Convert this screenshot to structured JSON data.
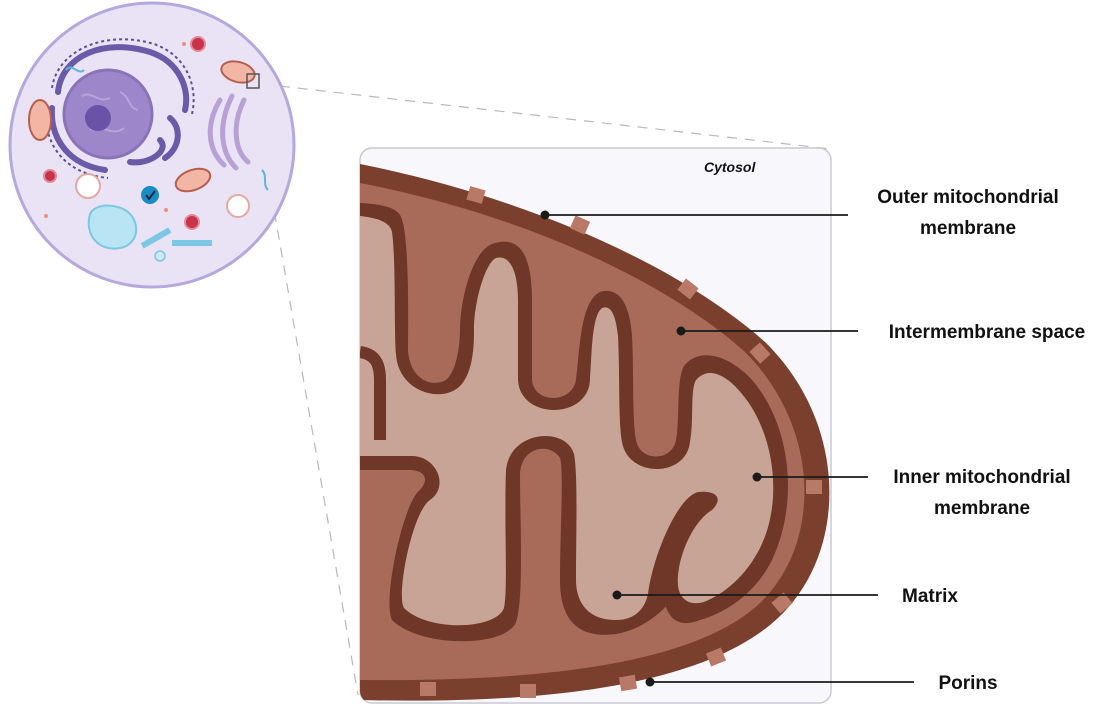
{
  "diagram": {
    "inset_label": "Cytosol",
    "labels": [
      {
        "id": "outer",
        "lines": [
          "Outer mitochondrial",
          "membrane"
        ]
      },
      {
        "id": "intermembrane",
        "lines": [
          "Intermembrane space"
        ]
      },
      {
        "id": "inner",
        "lines": [
          "Inner mitochondrial",
          "membrane"
        ]
      },
      {
        "id": "matrix",
        "lines": [
          "Matrix"
        ]
      },
      {
        "id": "porins",
        "lines": [
          "Porins"
        ]
      }
    ]
  },
  "colors": {
    "outer_membrane": "#7a3f2d",
    "intermembrane": "#a96b59",
    "inner_membrane": "#6e3727",
    "matrix": "#c8a497",
    "cell_fill": "#e9e3f5",
    "cell_border": "#b6a7dd",
    "nucleus": "#9d86c9",
    "er": "#6a5aa8",
    "golgi": "#b7a1d6",
    "vacuole": "#b8e4f3"
  }
}
